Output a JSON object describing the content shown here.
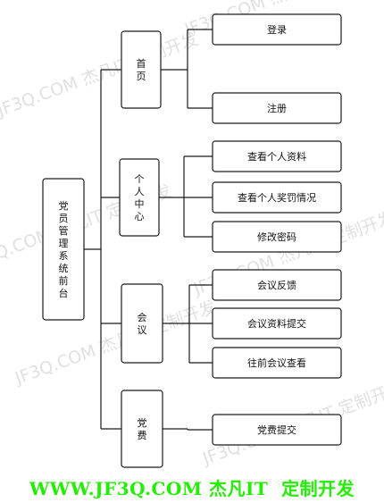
{
  "root": {
    "label": "党员管理系统前台"
  },
  "categories": [
    {
      "label": "首页",
      "children": [
        "登录",
        "注册"
      ]
    },
    {
      "label": "个人中心",
      "children": [
        "查看个人资料",
        "查看个人奖罚情况",
        "修改密码"
      ]
    },
    {
      "label": "会议",
      "children": [
        "会议反馈",
        "会议资料提交",
        "往前会议查看"
      ]
    },
    {
      "label": "党费",
      "children": [
        "党费提交"
      ]
    }
  ],
  "watermark": {
    "text": "JF3Q.COM 杰凡IT 定制开发"
  },
  "footer": {
    "text": "WWW.JF3Q.COM 杰凡IT  定制开发",
    "color": "#22ee00"
  }
}
